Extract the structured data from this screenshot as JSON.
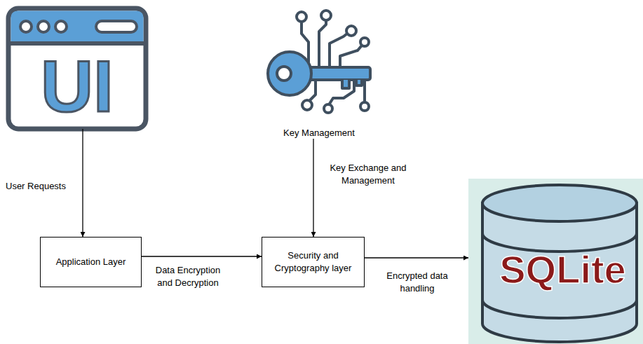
{
  "diagram": {
    "nodes": [
      {
        "text": [
          "UI"
        ]
      },
      {
        "text": [
          "Key Management"
        ]
      },
      {
        "text": [
          "Application Layer"
        ]
      },
      {
        "text": [
          "Security and Cryptography layer"
        ]
      },
      {
        "text": [
          "SQLite"
        ]
      }
    ],
    "edges": [
      {
        "from": 0,
        "to": 2,
        "label": "User Requests",
        "arrow": "to"
      },
      {
        "from": 1,
        "to": 3,
        "label": "Key Exchange and Management",
        "arrow": "to"
      },
      {
        "from": 2,
        "to": 3,
        "label": "Data Encryption and Decryption",
        "arrow": "to"
      },
      {
        "from": 3,
        "to": 4,
        "label": "Encrypted data handling",
        "arrow": "to"
      }
    ]
  }
}
